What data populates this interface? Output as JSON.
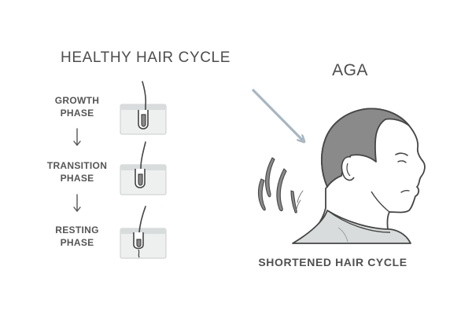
{
  "left_panel": {
    "title": "HEALTHY HAIR CYCLE",
    "phases": [
      {
        "label_line1": "GROWTH",
        "label_line2": "PHASE"
      },
      {
        "label_line1": "TRANSITION",
        "label_line2": "PHASE"
      },
      {
        "label_line1": "RESTING",
        "label_line2": "PHASE"
      }
    ]
  },
  "right_panel": {
    "title": "AGA",
    "caption": "SHORTENED HAIR CYCLE"
  },
  "colors": {
    "outline": "#454545",
    "hair_fill": "#8a8a8a",
    "skin_bar": "#d8dcdc",
    "skin_body": "#eef0f0",
    "arrow_blue": "#a7b7c2",
    "text": "#4d4d4d"
  }
}
